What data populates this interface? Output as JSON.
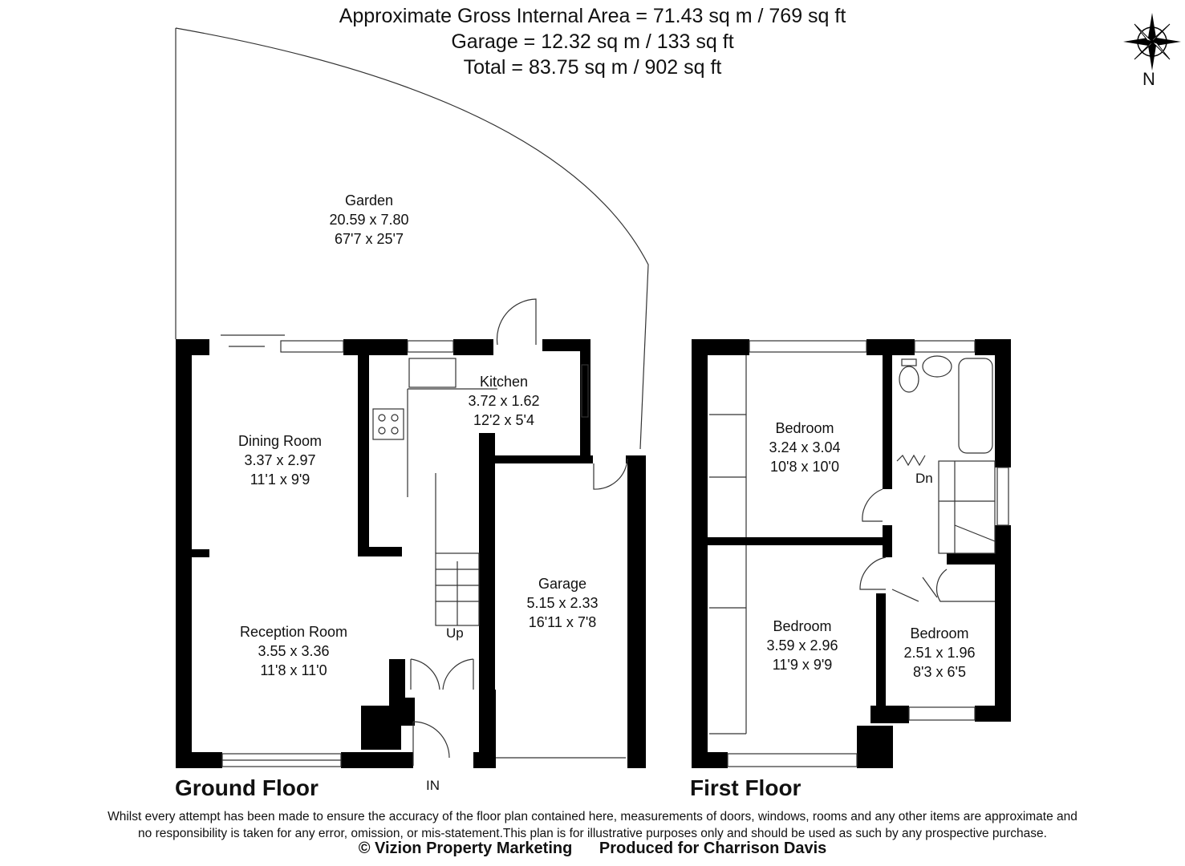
{
  "areas": {
    "gross_internal": "Approximate Gross Internal Area = 71.43 sq m / 769 sq ft",
    "garage": "Garage = 12.32 sq m / 133 sq ft",
    "total": "Total = 83.75 sq m / 902 sq ft"
  },
  "compass": {
    "label": "N"
  },
  "ground_floor": {
    "title": "Ground Floor",
    "rooms": [
      {
        "name": "Garden",
        "metric": "20.59 x 7.80",
        "imperial": "67'7 x 25'7"
      },
      {
        "name": "Dining Room",
        "metric": "3.37 x 2.97",
        "imperial": "11'1 x 9'9"
      },
      {
        "name": "Kitchen",
        "metric": "3.72 x 1.62",
        "imperial": "12'2 x 5'4"
      },
      {
        "name": "Reception Room",
        "metric": "3.55 x 3.36",
        "imperial": "11'8 x 11'0"
      },
      {
        "name": "Garage",
        "metric": "5.15 x 2.33",
        "imperial": "16'11 x 7'8"
      }
    ],
    "markers": {
      "up": "Up",
      "entrance": "IN"
    }
  },
  "first_floor": {
    "title": "First Floor",
    "rooms": [
      {
        "name": "Bedroom",
        "metric": "3.24 x 3.04",
        "imperial": "10'8 x 10'0"
      },
      {
        "name": "Bedroom",
        "metric": "3.59 x 2.96",
        "imperial": "11'9 x 9'9"
      },
      {
        "name": "Bedroom",
        "metric": "2.51 x 1.96",
        "imperial": "8'3 x 6'5"
      }
    ],
    "markers": {
      "down": "Dn"
    }
  },
  "disclaimer": {
    "line1": "Whilst every attempt has been made to ensure the accuracy of the floor plan contained here, measurements of doors, windows, rooms and any other items are approximate and",
    "line2": "no responsibility is taken for any error, omission, or mis-statement.This plan is for illustrative purposes only and should be used as such by any prospective purchase."
  },
  "credits": {
    "copyright": "© Vizion Property Marketing",
    "produced_for": "Produced for Charrison Davis"
  },
  "colors": {
    "wall": "#000000",
    "line": "#333333",
    "background": "#ffffff"
  }
}
